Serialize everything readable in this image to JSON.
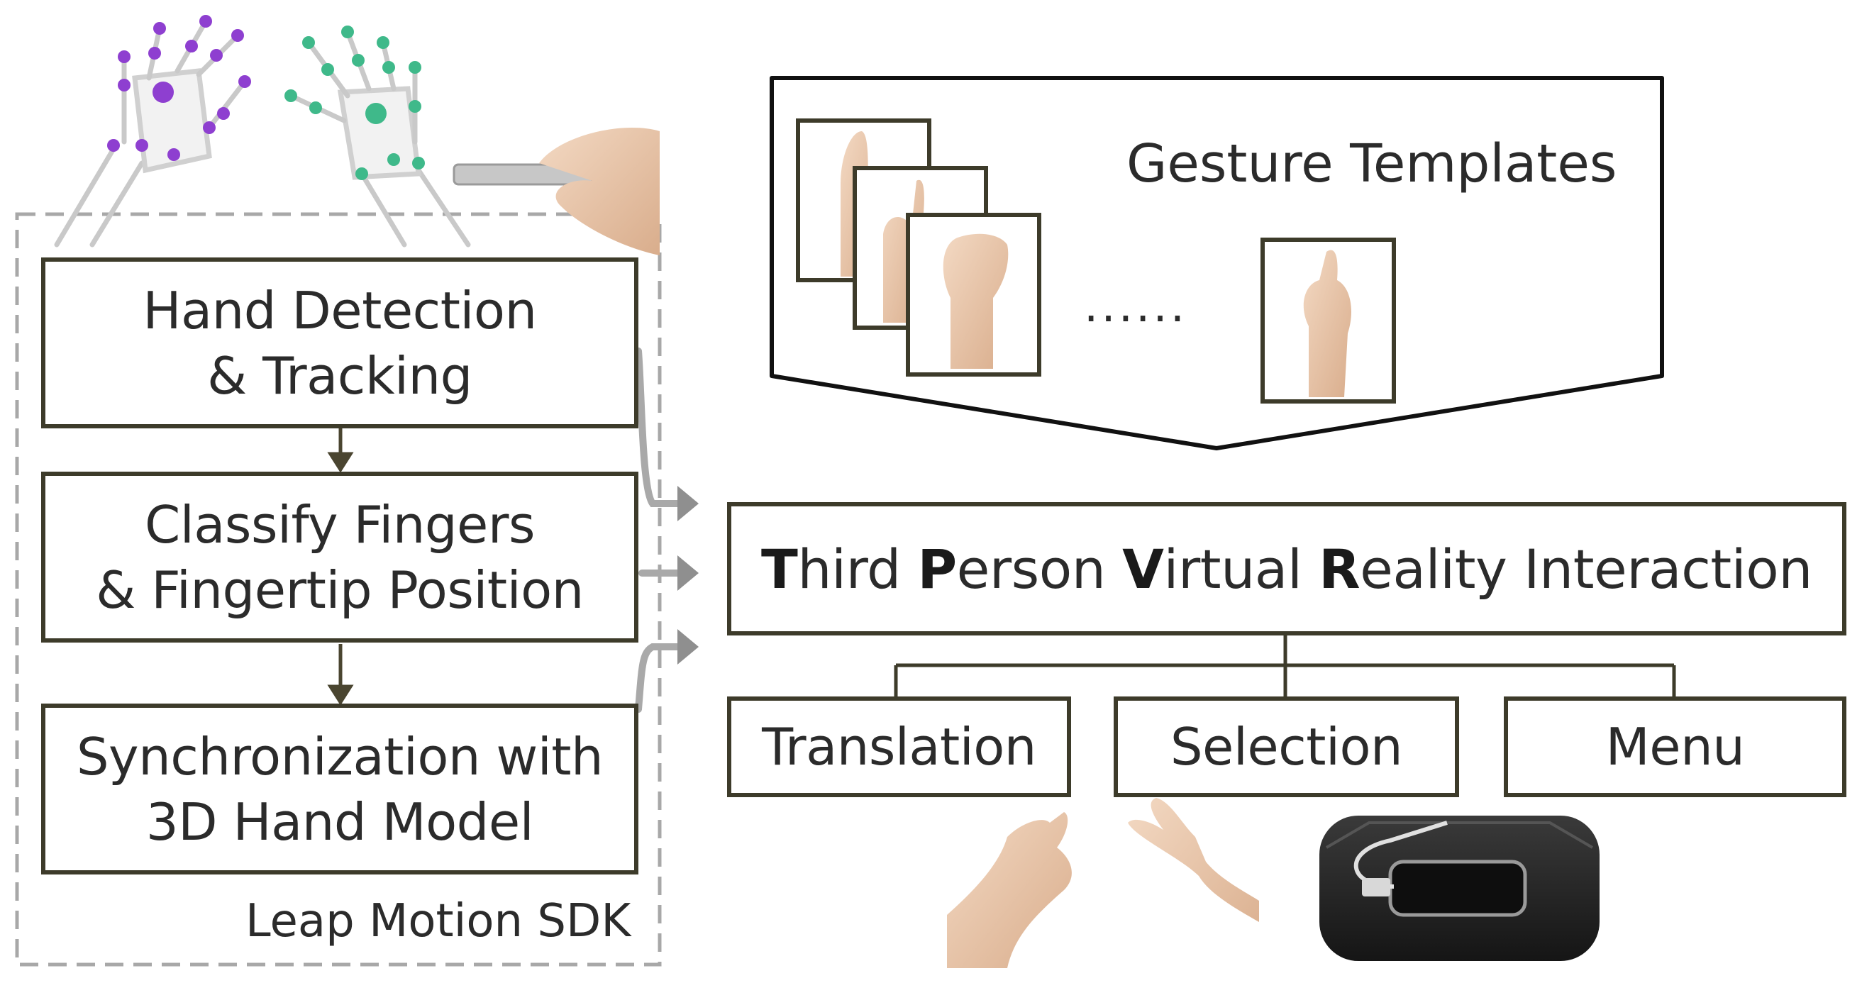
{
  "sdk": {
    "step1_line1": "Hand Detection",
    "step1_line2": "& Tracking",
    "step2_line1": "Classify Fingers",
    "step2_line2": "& Fingertip Position",
    "step3_line1": "Synchronization with",
    "step3_line2": "3D Hand Model",
    "label": "Leap Motion SDK"
  },
  "templates": {
    "title": "Gesture Templates",
    "ellipsis": "......"
  },
  "interaction": {
    "title_parts": [
      {
        "cap": "T",
        "rest": "hird "
      },
      {
        "cap": "P",
        "rest": "erson "
      },
      {
        "cap": "V",
        "rest": "irtual "
      },
      {
        "cap": "R",
        "rest": "eality Interaction"
      }
    ],
    "modes": [
      "Translation",
      "Selection",
      "Menu"
    ]
  },
  "colors": {
    "box_border": "#3d3b2a",
    "arrow_dark": "#4a4530",
    "arrow_gray": "#9a9a9a",
    "dashed": "#a8a8a8",
    "purple_joint": "#8e3fd0",
    "green_joint": "#3fb98a",
    "skin": "#e8c4a6"
  },
  "icons": [
    "leap-skeleton-hand-purple-icon",
    "leap-skeleton-hand-green-icon",
    "leap-motion-device-icon",
    "vr-headset-icon"
  ]
}
